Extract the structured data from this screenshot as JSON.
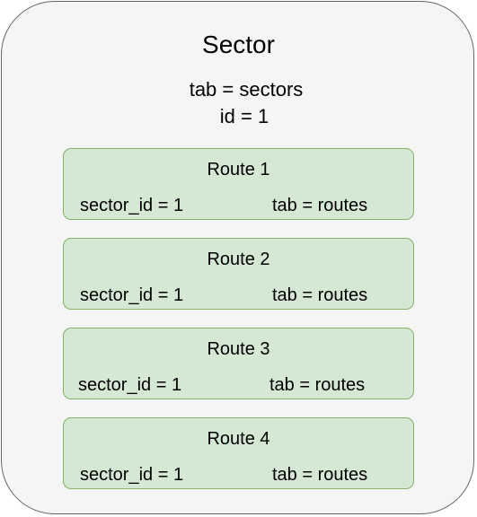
{
  "sector": {
    "title": "Sector",
    "tab_line": "tab = sectors",
    "id_line": "id = 1"
  },
  "routes": [
    {
      "title": "Route 1",
      "sector_field": "sector_id = 1",
      "tab_field": "tab = routes"
    },
    {
      "title": "Route 2",
      "sector_field": "sector_id = 1",
      "tab_field": "tab = routes"
    },
    {
      "title": "Route 3",
      "sector_field": "sector_id = 1",
      "tab_field": "tab = routes"
    },
    {
      "title": "Route 4",
      "sector_field": "sector_id = 1",
      "tab_field": "tab = routes"
    }
  ],
  "colors": {
    "sector_fill": "#f5f5f5",
    "sector_stroke": "#666666",
    "route_fill": "#d5e8d4",
    "route_stroke": "#82b366"
  }
}
